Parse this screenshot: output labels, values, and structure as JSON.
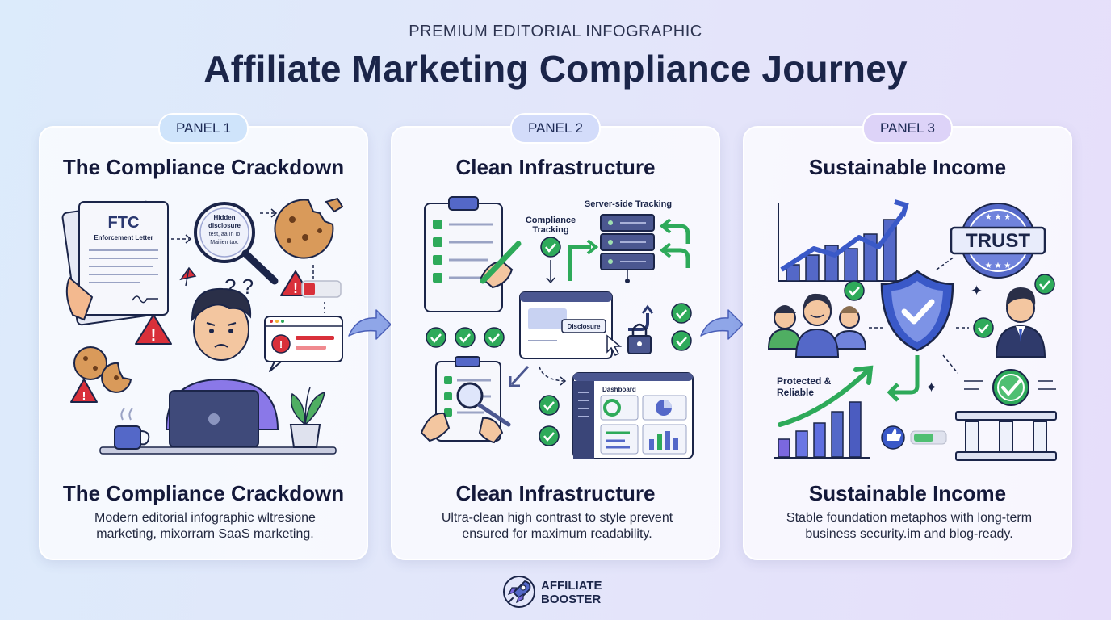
{
  "header": {
    "eyebrow": "PREMIUM EDITORIAL INFOGRAPHIC",
    "title": "Affiliate Marketing Compliance Journey"
  },
  "colors": {
    "navy": "#1b2549",
    "purple": "#7b68e0",
    "green": "#2eaa5a",
    "red": "#d9303a",
    "blue": "#5468c8",
    "badge1": "#cfe4fb",
    "badge2": "#d3dcfa",
    "badge3": "#ddd3f8"
  },
  "panels": [
    {
      "badge": "PANEL 1",
      "top_title": "The Compliance Crackdown",
      "bottom_title": "The Compliance Crackdown",
      "description": "Modern editorial infographic wltresione marketing, mixorrarn SaaS marketing.",
      "art_labels": {
        "letter_title": "FTC",
        "letter_sub": "Enforcement Letter",
        "magnifier_line1": "Hidden",
        "magnifier_line2": "disclosure",
        "magnifier_line3": "test, aaıın ıo",
        "magnifier_line4": "Mailien tax."
      },
      "icons": [
        "document-icon",
        "magnifier-icon",
        "cookie-icon",
        "warning-icon",
        "toggle-off-icon",
        "browser-alert-icon",
        "worried-person-icon",
        "laptop-icon",
        "coffee-icon",
        "plant-icon",
        "question-marks-icon"
      ]
    },
    {
      "badge": "PANEL 2",
      "top_title": "Clean Infrastructure",
      "bottom_title": "Clean Infrastructure",
      "description": "Ultra-clean high contrast to style prevent ensured for maximum readability.",
      "art_labels": {
        "compliance_line1": "Compliance",
        "compliance_line2": "Tracking",
        "server_label": "Server-side Tracking",
        "disclosure_label": "Disclosure",
        "dashboard_label": "Dashboard"
      },
      "icons": [
        "clipboard-checklist-icon",
        "pen-icon",
        "server-icon",
        "browser-window-icon",
        "lock-icon",
        "check-icon",
        "audit-clipboard-icon",
        "dashboard-icon"
      ]
    },
    {
      "badge": "PANEL 3",
      "top_title": "Sustainable Income",
      "bottom_title": "Sustainable Income",
      "description": "Stable foundation metaphos with long-term business security.im and blog-ready.",
      "art_labels": {
        "trust_label": "TRUST",
        "protected_line1": "Protected &",
        "protected_line2": "Reliable"
      },
      "icons": [
        "growth-chart-icon",
        "trust-badge-icon",
        "people-icon",
        "shield-check-icon",
        "businessman-icon",
        "pillars-icon",
        "thumbs-up-icon",
        "sparkle-icon"
      ]
    }
  ],
  "brand": {
    "line1": "AFFILIATE",
    "line2": "BOOSTER"
  }
}
